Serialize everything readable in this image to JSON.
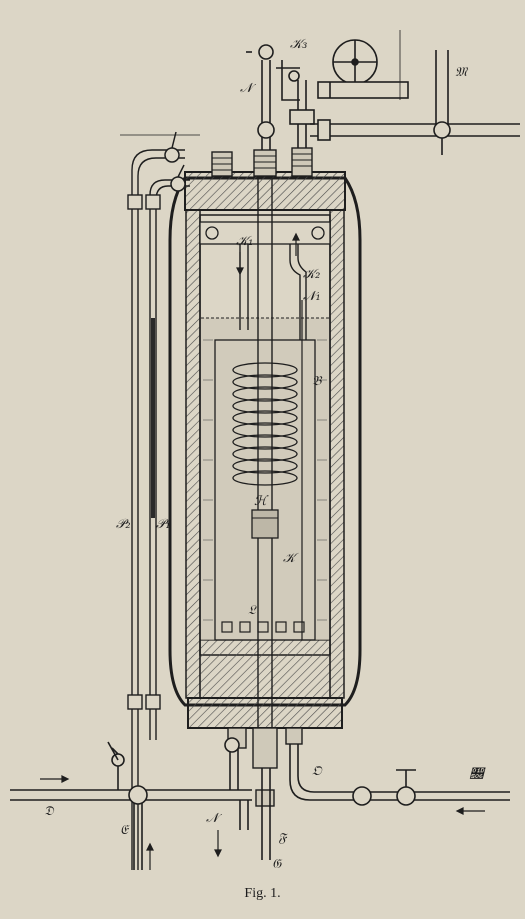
{
  "figure": {
    "caption": "Fig. 1."
  },
  "labels": {
    "k3": "𝒦₃",
    "n_top": "𝒩",
    "m": "𝔐",
    "k1": "𝒦₁",
    "k2": "𝒦₂",
    "n1": "𝒩₁",
    "b": "𝔅",
    "h": "ℋ",
    "k": "𝒦",
    "l": "𝔏",
    "p2": "𝒫₂",
    "p1": "𝒫₁",
    "d": "𝔇",
    "e": "𝔈",
    "n_bottom": "𝒩",
    "f": "𝔉",
    "g": "𝔊",
    "o": "𝔒",
    "c": "𝔆"
  },
  "colors": {
    "ink": "#1e1e1e",
    "paper": "#dcd6c6",
    "hatch": "#555555",
    "liquid": "#c9c3b3"
  }
}
